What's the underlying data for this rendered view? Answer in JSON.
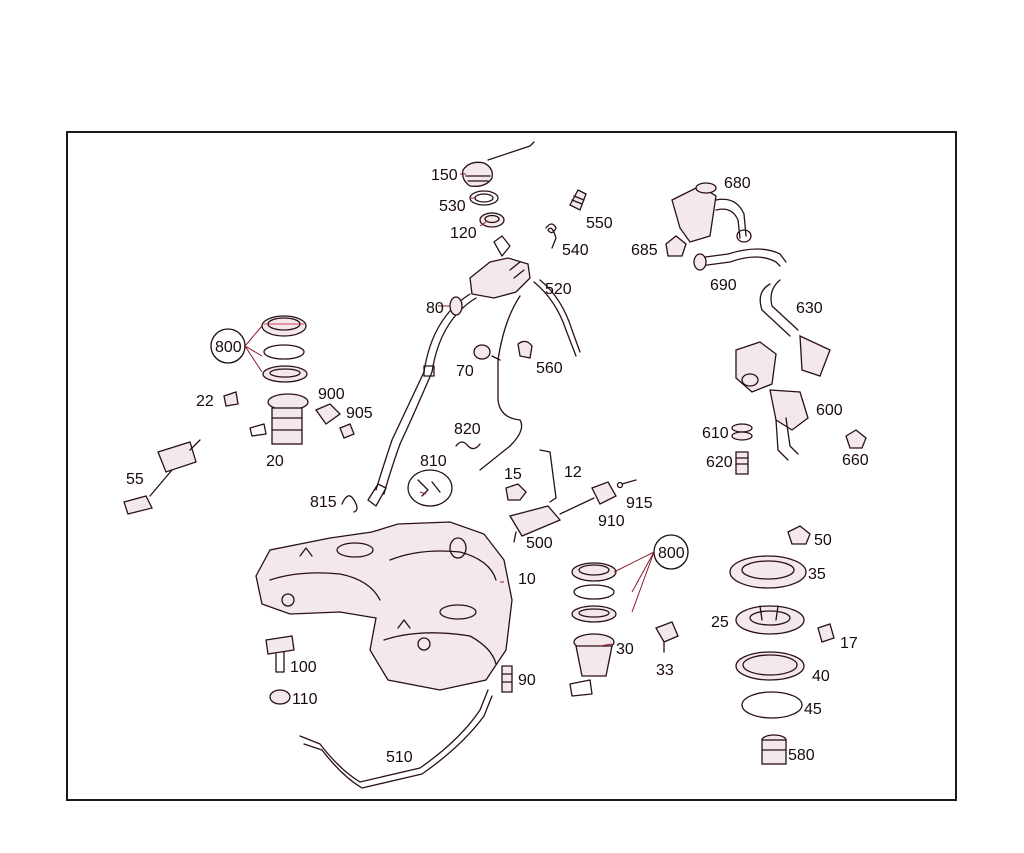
{
  "labels": {
    "p10": "10",
    "p12": "12",
    "p15": "15",
    "p17": "17",
    "p20": "20",
    "p22": "22",
    "p25": "25",
    "p30": "30",
    "p33": "33",
    "p35": "35",
    "p40": "40",
    "p45": "45",
    "p50": "50",
    "p55": "55",
    "p70": "70",
    "p80": "80",
    "p90": "90",
    "p100": "100",
    "p110": "110",
    "p120": "120",
    "p150": "150",
    "p500": "500",
    "p510": "510",
    "p520": "520",
    "p530": "530",
    "p540": "540",
    "p550": "550",
    "p560": "560",
    "p580": "580",
    "p600": "600",
    "p610": "610",
    "p620": "620",
    "p630": "630",
    "p660": "660",
    "p680": "680",
    "p685": "685",
    "p690": "690",
    "p800a": "800",
    "p800b": "800",
    "p810": "810",
    "p815": "815",
    "p820": "820",
    "p900": "900",
    "p905": "905",
    "p910": "910",
    "p915": "915"
  }
}
